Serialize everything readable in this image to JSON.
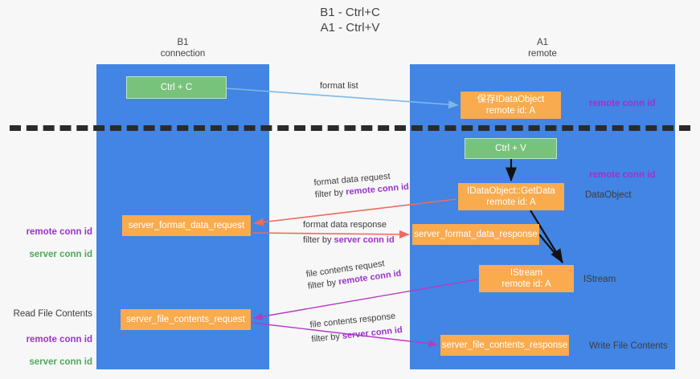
{
  "title": "B1 - Ctrl+C\nA1 - Ctrl+V",
  "lanes": [
    {
      "name": "b1",
      "heading": "B1\nconnection",
      "color": "#4285e4"
    },
    {
      "name": "a1",
      "heading": "A1\nremote",
      "color": "#4285e4"
    }
  ],
  "colors": {
    "lane": "#4285e4",
    "node_green": "#78c37c",
    "node_orange": "#f9ab4e",
    "remote_conn_id": "#9b34c8",
    "server_conn_id": "#4fa85c",
    "arrow_blue": "#7db8e8",
    "arrow_red": "#ec6b5e",
    "arrow_magenta": "#b43cc0",
    "arrow_black": "#111111",
    "separator": "#2b2b2b",
    "background": "#f7f7f7"
  },
  "nodes": {
    "ctrl_c": "Ctrl + C",
    "idataobject": "保存IDataObject\nremote id: A",
    "ctrl_v": "Ctrl + V",
    "getdata": "IDataObject::GetData\nremote id: A",
    "server_format_data_request": "server_format_data_request",
    "server_format_data_response": "server_format_data_response",
    "istream": "IStream\nremote id: A",
    "server_file_contents_request": "server_file_contents_request",
    "server_file_contents_response": "server_file_contents_response"
  },
  "edge_labels": {
    "format_list": "format list",
    "format_data_request": "format data request",
    "format_data_request_filter_prefix": "filter by ",
    "format_data_request_filter_key": "remote conn id",
    "format_data_response": "format data response",
    "format_data_response_filter_prefix": "filter by ",
    "format_data_response_filter_key": "server conn id",
    "file_contents_request": "file contents request",
    "file_contents_request_filter_prefix": "filter by ",
    "file_contents_request_filter_key": "remote conn id",
    "file_contents_response": "file contents response",
    "file_contents_response_filter_prefix": "filter by ",
    "file_contents_response_filter_key": "server conn id"
  },
  "annotations": {
    "remote_conn_id_top": "remote conn id",
    "remote_conn_id_mid": "remote conn id",
    "dataobject": "DataObject",
    "istream": "IStream",
    "write_file_contents": "Write File Contents",
    "read_file_contents": "Read File Contents",
    "left_remote_conn_id": "remote conn id",
    "left_server_conn_id": "server conn id",
    "left_remote_conn_id_2": "remote conn id",
    "left_server_conn_id_2": "server conn id"
  }
}
